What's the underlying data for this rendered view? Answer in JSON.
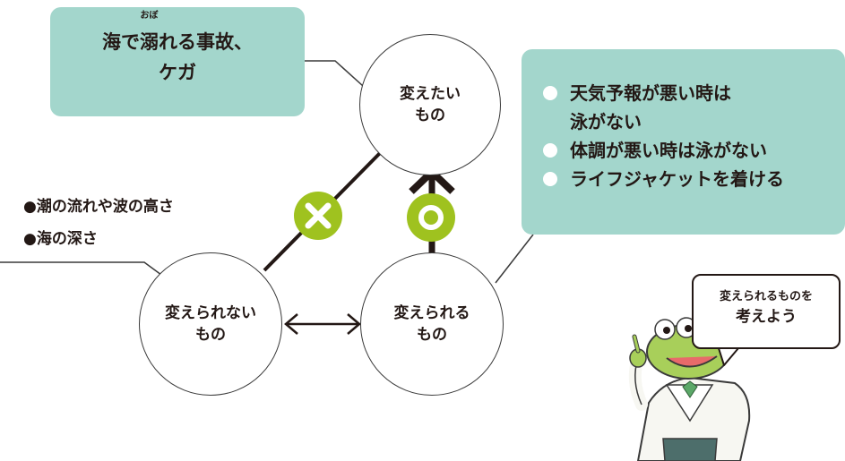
{
  "box_left": {
    "line1_pre": "海で",
    "ruby_base": "溺",
    "ruby_reading": "おぼ",
    "line1_post": "れる事故、",
    "line2": "ケガ"
  },
  "circles": {
    "top": "変えたい\nもの",
    "bottom_left": "変えられない\nもの",
    "bottom_right": "変えられる\nもの"
  },
  "left_list": [
    "●潮の流れや波の高さ",
    "●海の深さ"
  ],
  "right_list": [
    "天気予報が悪い時は\n泳がない",
    "体調が悪い時は泳がない",
    "ライフジャケットを着ける"
  ],
  "bubble": {
    "line1": "変えられるものを",
    "line2": "考えよう"
  },
  "colors": {
    "teal": "#a3d6cc",
    "lime": "#9fc21f",
    "dark": "#231815"
  },
  "icons": {
    "cross_marker": "x-mark-icon",
    "check_marker": "circle-mark-icon",
    "character": "frog-scientist-illustration"
  }
}
